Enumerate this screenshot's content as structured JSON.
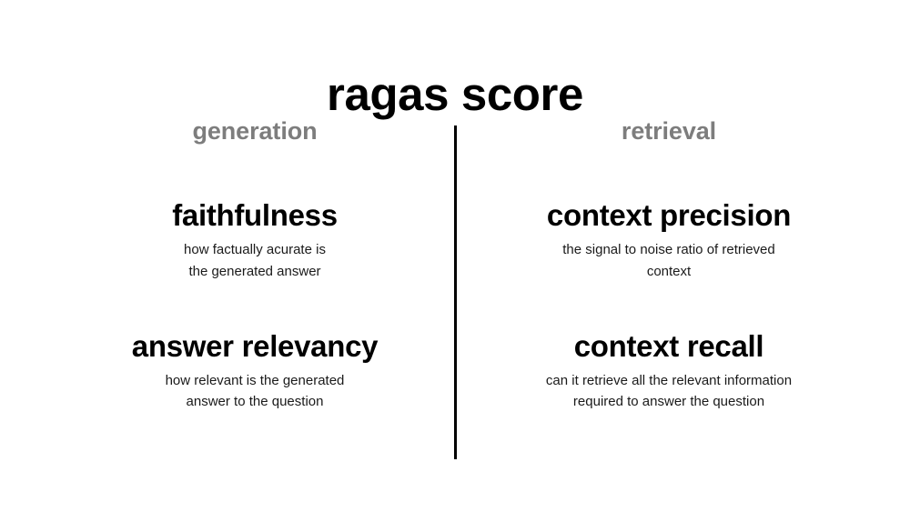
{
  "slide": {
    "title": "ragas score",
    "background_color": "#ffffff",
    "divider_color": "#000000",
    "heading_color": "#7d7d7d",
    "text_color": "#000000"
  },
  "columns": [
    {
      "heading": "generation",
      "metrics": [
        {
          "name": "faithfulness",
          "description_lines": [
            "how factually acurate is",
            "the generated answer"
          ]
        },
        {
          "name": "answer relevancy",
          "description_lines": [
            "how relevant is the generated",
            "answer to the question"
          ]
        }
      ]
    },
    {
      "heading": "retrieval",
      "metrics": [
        {
          "name": "context precision",
          "description_lines": [
            "the signal to noise ratio of retrieved",
            "context"
          ]
        },
        {
          "name": "context recall",
          "description_lines": [
            "can it retrieve all the relevant information",
            "required to answer the question"
          ]
        }
      ]
    }
  ]
}
